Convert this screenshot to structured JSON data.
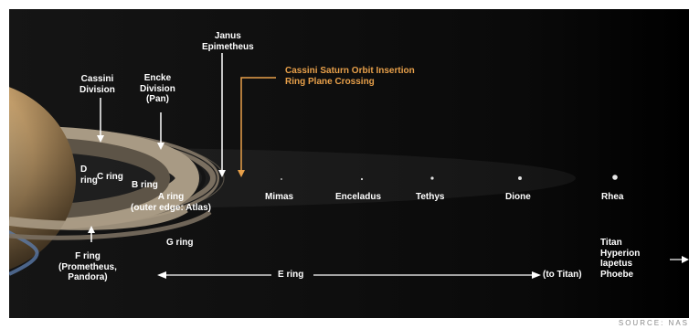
{
  "colors": {
    "background": "#0a0a0a",
    "label": "#ffffff",
    "highlight": "#e8a04a",
    "saturn": "#d8b886"
  },
  "labels": {
    "janus": "Janus\nEpimetheus",
    "cassini_division": "Cassini\nDivision",
    "encke_division": "Encke\nDivision\n(Pan)",
    "soi": "Cassini Saturn Orbit Insertion\nRing Plane Crossing",
    "d_ring": "D\nring",
    "c_ring": "C ring",
    "b_ring": "B ring",
    "a_ring": "A ring\n(outer edge: Atlas)",
    "f_ring": "F ring\n(Prometheus,\nPandora)",
    "g_ring": "G ring",
    "e_ring": "E ring",
    "to_titan": "(to Titan)",
    "outer_moons": "Titan\nHyperion\nIapetus\nPhoebe",
    "moons": [
      "Mimas",
      "Enceladus",
      "Tethys",
      "Dione",
      "Rhea"
    ]
  },
  "source": "SOURCE: NAS"
}
